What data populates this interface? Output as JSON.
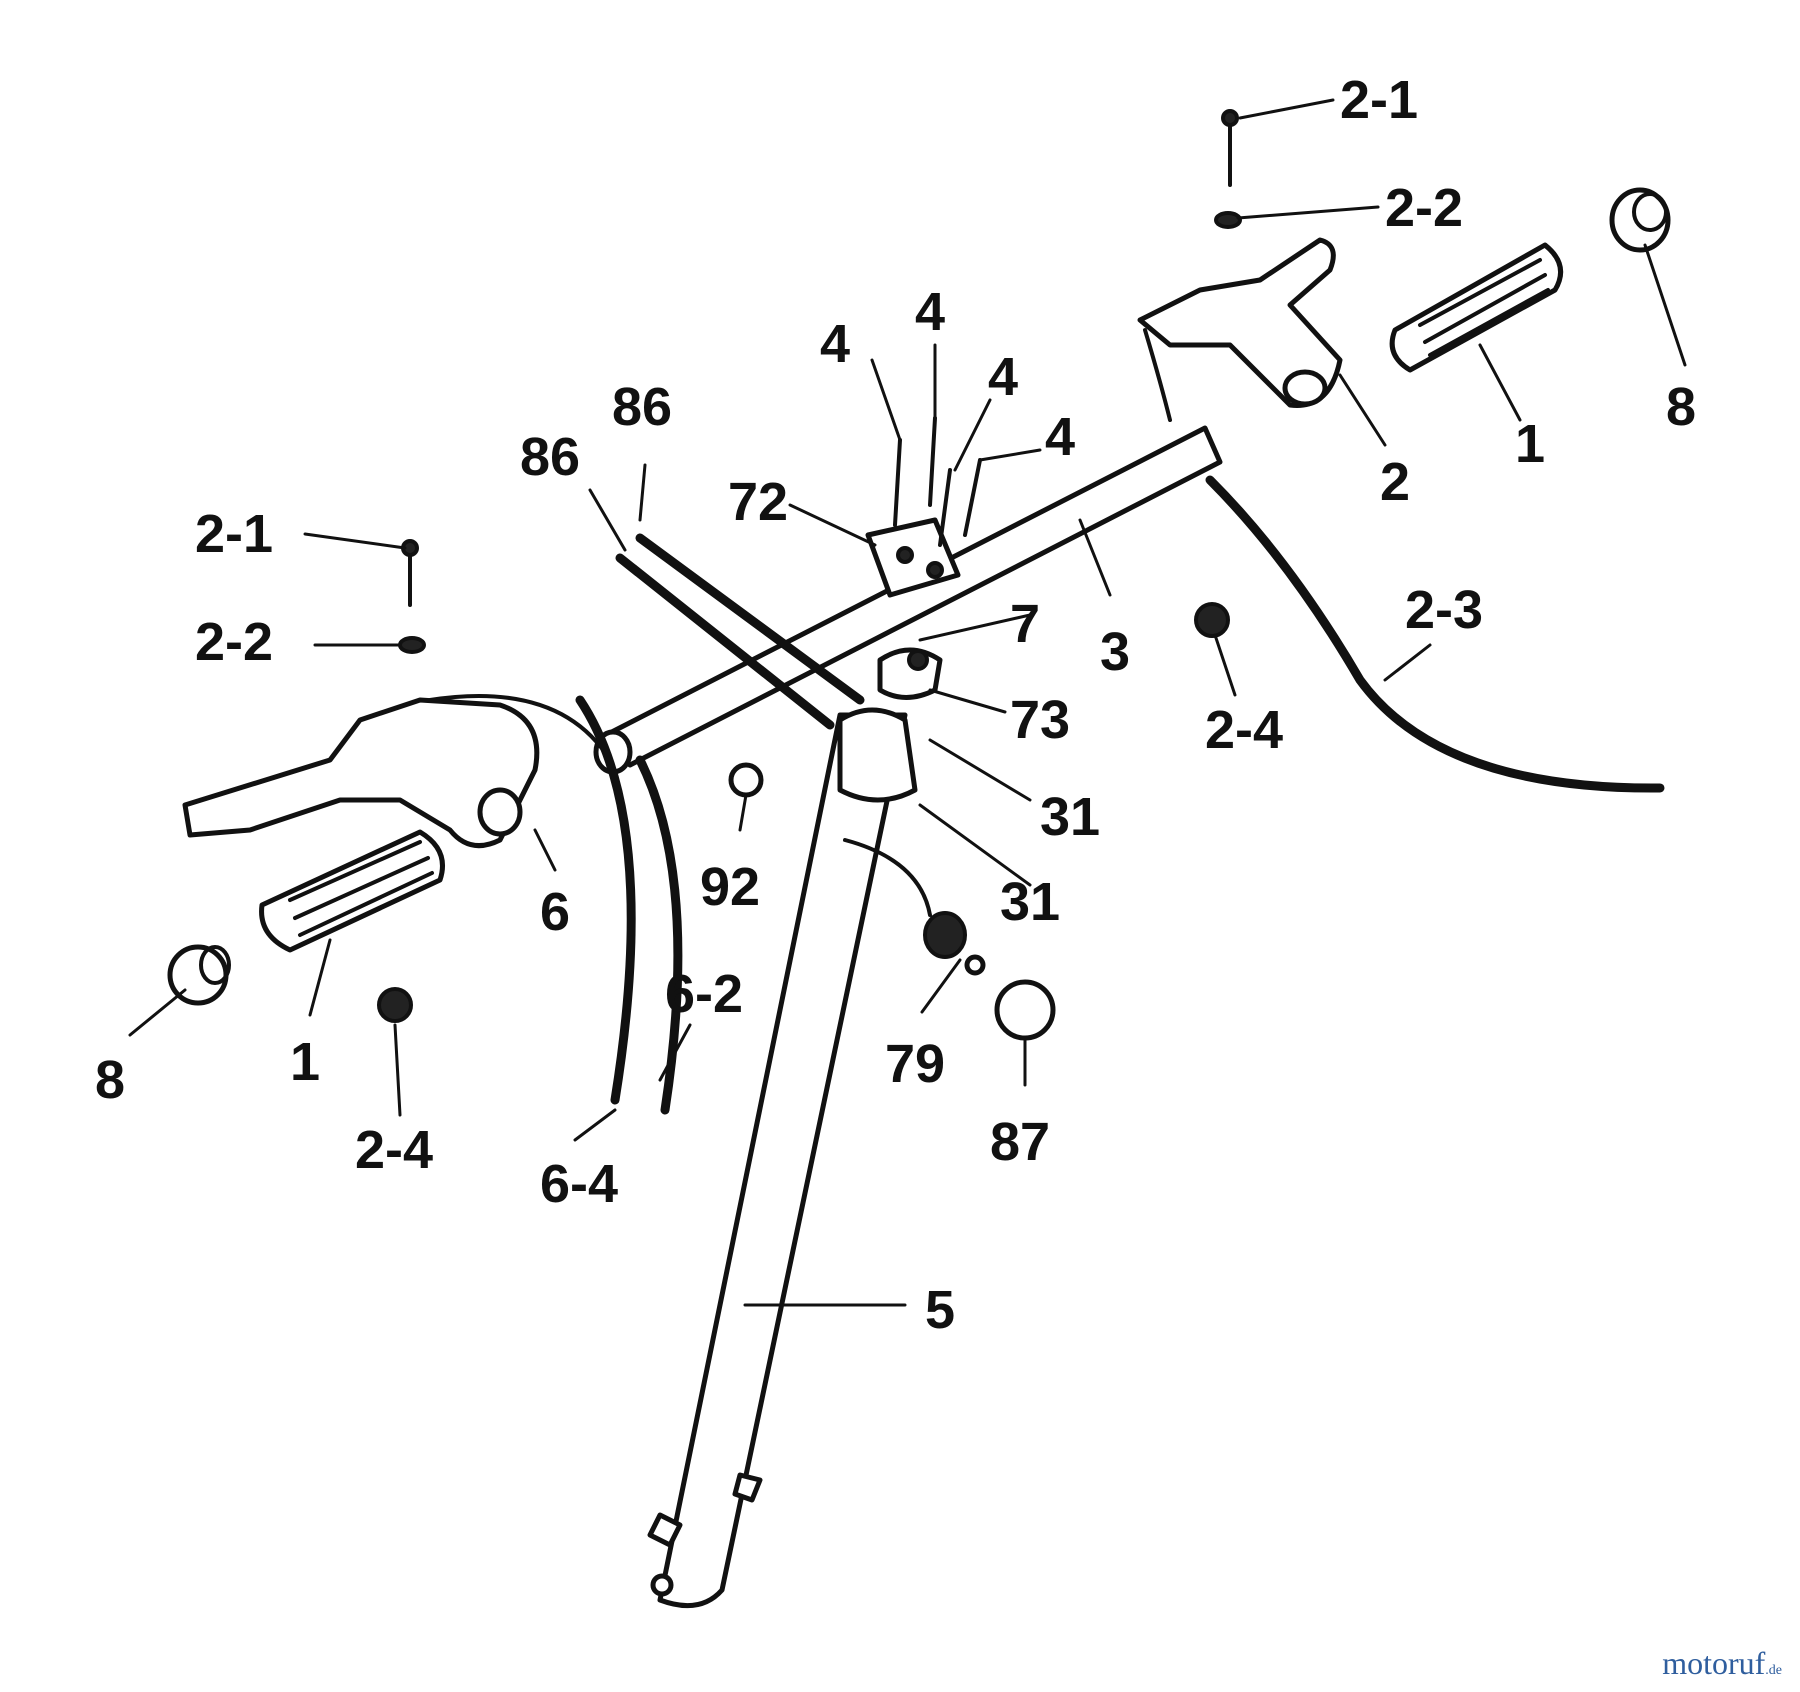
{
  "diagram": {
    "callouts": [
      "2-1",
      "2-2",
      "8",
      "1",
      "2",
      "2-4",
      "2-3",
      "3",
      "4",
      "4",
      "4",
      "4",
      "72",
      "86",
      "86",
      "7",
      "73",
      "31",
      "31",
      "92",
      "79",
      "87",
      "6",
      "6-2",
      "6-4",
      "2-1",
      "2-2",
      "8",
      "1",
      "2-4",
      "5"
    ]
  },
  "watermark": {
    "brand": "motoruf",
    "suffix": ".de"
  }
}
